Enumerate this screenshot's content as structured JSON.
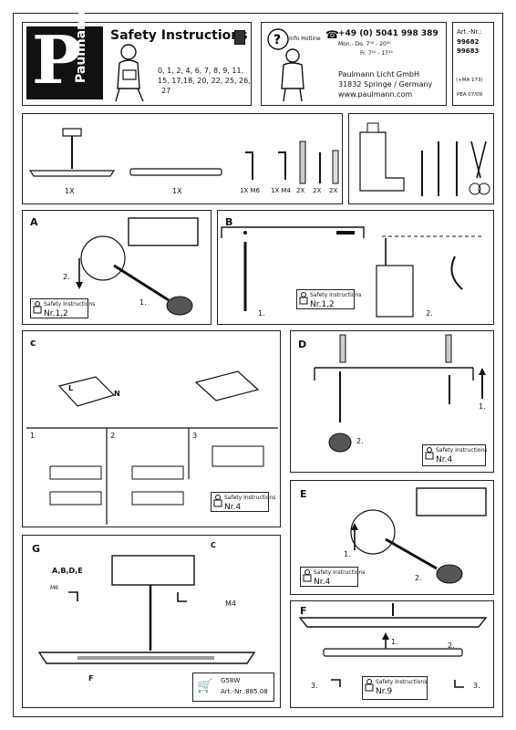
{
  "header": {
    "logo_text": "Paulmann",
    "logo_letter": "P",
    "title": "Safety Instructions",
    "numbers_line1": "0, 1, 2, 4, 6, 7, 8, 9, 11,",
    "numbers_line2": "15, 17,18, 20, 22, 25, 26,",
    "numbers_line3": "27",
    "hotline_label": "Info Hotline",
    "phone": "+49 (0) 5041 998 389",
    "hours1": "Mon.- Do. 7⁰⁰ - 20⁰⁰",
    "hours2": "Fr. 7⁰⁰ - 17¹⁵",
    "company": "Paulmann Licht GmbH",
    "address": "31832 Springe / Germany",
    "website": "www.paulmann.com",
    "art_label": "Art.-Nr.:",
    "art1": "99682",
    "art2": "99683",
    "ma": "(+MA 173)",
    "pea": "PEA 07/09"
  },
  "parts": {
    "qty1": "1X",
    "qty2": "1X",
    "screw_labels": [
      "1X M6",
      "1X M4",
      "2X",
      "2X",
      "2X"
    ]
  },
  "steps": {
    "A": "A",
    "B": "B",
    "C": "c",
    "D": "D",
    "E": "E",
    "F": "F",
    "G": "G",
    "step1": "1.",
    "step2": "2.",
    "step3": "3.",
    "sub1": "1",
    "sub2": "2",
    "sub3": "3",
    "L": "L",
    "N": "N"
  },
  "safety_refs": {
    "label": "Safety Instructions",
    "A": "Nr.1,2",
    "B": "Nr.1,2",
    "C": "Nr.4",
    "D": "Nr.4",
    "E": "Nr.4",
    "F": "Nr.9"
  },
  "g_section": {
    "letters_left": "A,B,D,E",
    "letter_c": "C",
    "letter_f": "F",
    "m6": "M6",
    "m4": "M4",
    "bulb": "G58W",
    "art": "Art.-Nr.:885.08"
  }
}
